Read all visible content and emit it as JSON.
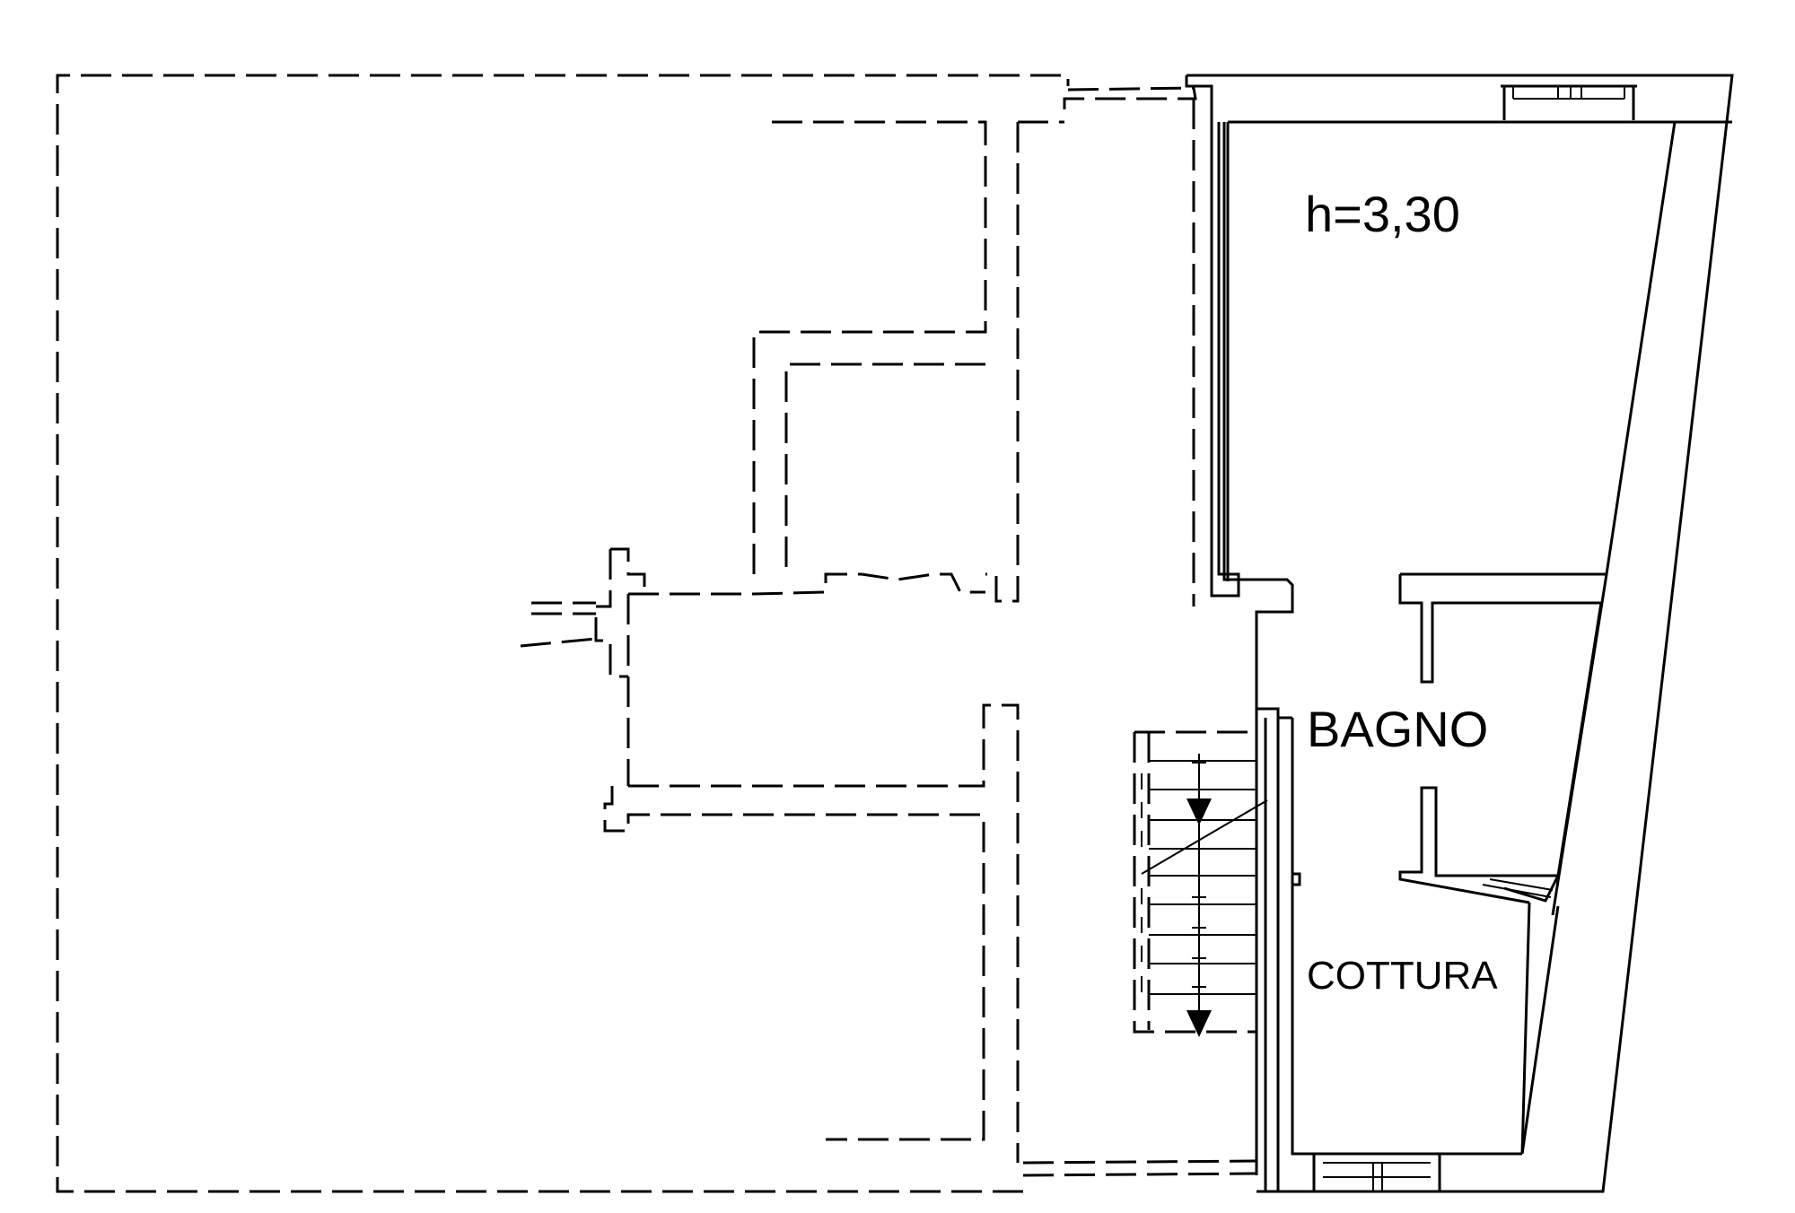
{
  "plan": {
    "height_label": "h=3,30",
    "rooms": [
      {
        "id": "bagno",
        "label": "BAGNO"
      },
      {
        "id": "cottura",
        "label": "COTTURA"
      }
    ]
  }
}
